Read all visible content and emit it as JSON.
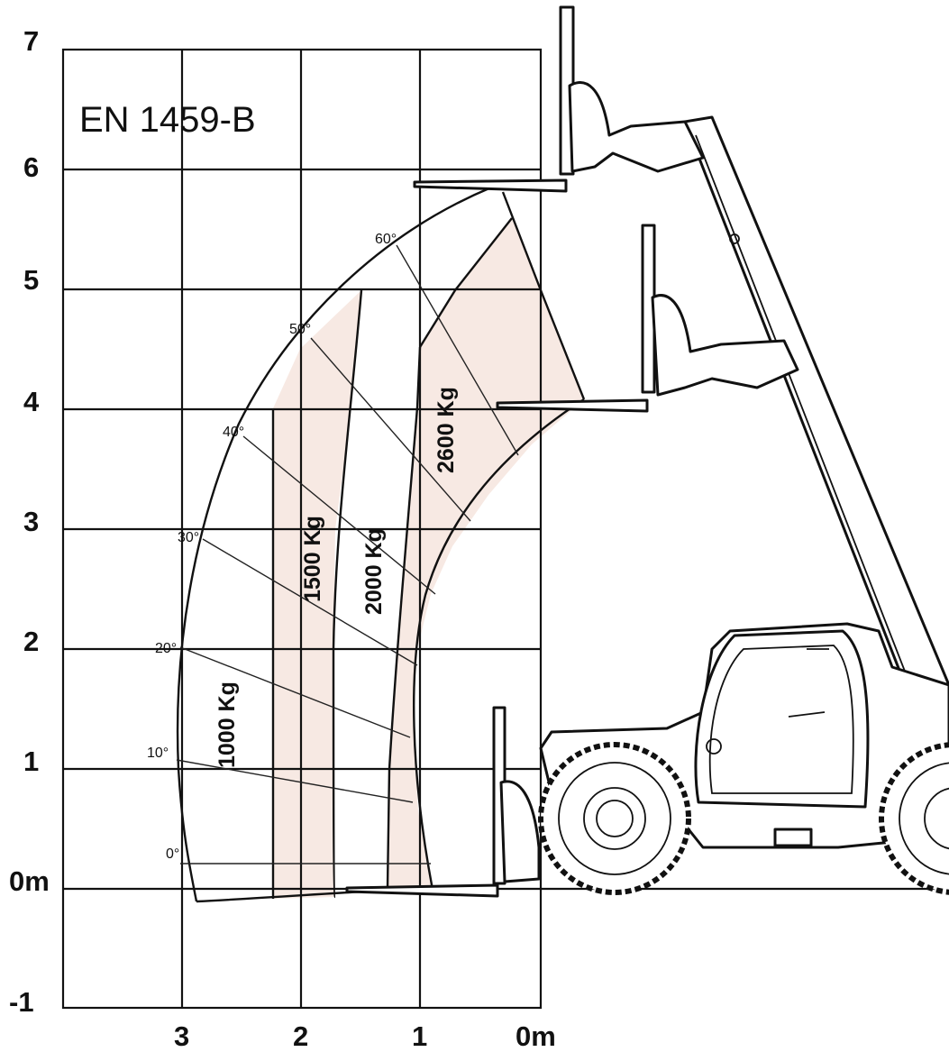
{
  "standard": "EN 1459-B",
  "y_ticks": [
    "7",
    "6",
    "5",
    "4",
    "3",
    "2",
    "1",
    "0m",
    "-1"
  ],
  "x_ticks": [
    "3",
    "2",
    "1",
    "0m"
  ],
  "zones": [
    "1000 Kg",
    "1500 Kg",
    "2000 Kg",
    "2600 Kg"
  ],
  "angles": [
    "0°",
    "10°",
    "20°",
    "30°",
    "40°",
    "50°",
    "60°"
  ],
  "colors": {
    "band": "#f7e9e3",
    "line": "#111111",
    "background": "#ffffff"
  }
}
